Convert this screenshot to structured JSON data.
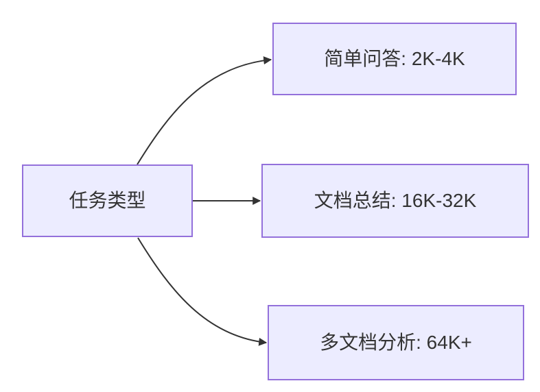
{
  "diagram": {
    "type": "flowchart",
    "direction": "left-to-right",
    "nodes": {
      "task_type": {
        "label": "任务类型"
      },
      "simple_qa": {
        "label": "简单问答: 2K-4K"
      },
      "doc_summary": {
        "label": "文档总结: 16K-32K"
      },
      "multi_doc": {
        "label": "多文档分析: 64K+"
      }
    },
    "edges": [
      {
        "from": "task_type",
        "to": "simple_qa",
        "style": "curved-up"
      },
      {
        "from": "task_type",
        "to": "doc_summary",
        "style": "straight"
      },
      {
        "from": "task_type",
        "to": "multi_doc",
        "style": "curved-down"
      }
    ],
    "colors": {
      "background": "#ffffff",
      "node_fill": "#ECECFF",
      "node_border": "#9370DB",
      "edge_stroke": "#333333",
      "text": "#333333"
    }
  }
}
